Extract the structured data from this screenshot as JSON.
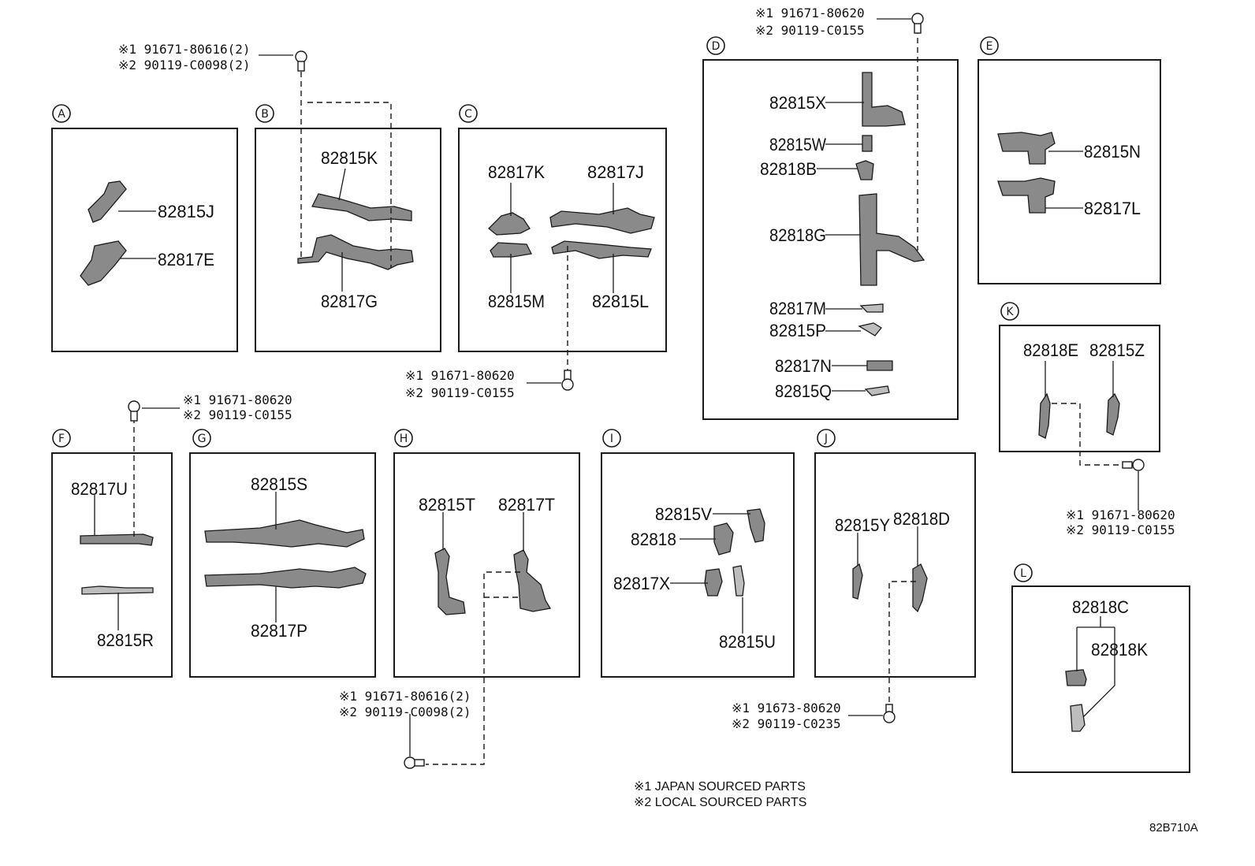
{
  "panels": [
    {
      "id": "A",
      "letter": "A"
    },
    {
      "id": "B",
      "letter": "B"
    },
    {
      "id": "C",
      "letter": "C"
    },
    {
      "id": "D",
      "letter": "D"
    },
    {
      "id": "E",
      "letter": "E"
    },
    {
      "id": "F",
      "letter": "F"
    },
    {
      "id": "G",
      "letter": "G"
    },
    {
      "id": "H",
      "letter": "H"
    },
    {
      "id": "I",
      "letter": "I"
    },
    {
      "id": "J",
      "letter": "J"
    },
    {
      "id": "K",
      "letter": "K"
    },
    {
      "id": "L",
      "letter": "L"
    }
  ],
  "parts": {
    "p82815J": "82815J",
    "p82817E": "82817E",
    "p82815K": "82815K",
    "p82817G": "82817G",
    "p82817K": "82817K",
    "p82817J": "82817J",
    "p82815M": "82815M",
    "p82815L": "82815L",
    "p82815X": "82815X",
    "p82815W": "82815W",
    "p82818B": "82818B",
    "p82818G": "82818G",
    "p82817M": "82817M",
    "p82815P": "82815P",
    "p82817N": "82817N",
    "p82815Q": "82815Q",
    "p82815N": "82815N",
    "p82817L": "82817L",
    "p82818E": "82818E",
    "p82815Z": "82815Z",
    "p82817U": "82817U",
    "p82815R": "82815R",
    "p82815S": "82815S",
    "p82817P": "82817P",
    "p82815T": "82815T",
    "p82817T": "82817T",
    "p82815V": "82815V",
    "p82818": "82818",
    "p82817X": "82817X",
    "p82815U": "82815U",
    "p82815Y": "82815Y",
    "p82818D": "82818D",
    "p82818C": "82818C",
    "p82818K": "82818K"
  },
  "bolts": {
    "top_b": {
      "l1": "※1 91671-80616(2)",
      "l2": "※2 90119-C0098(2)"
    },
    "top_d": {
      "l1": "※1 91671-80620",
      "l2": "※2 90119-C0155"
    },
    "mid_c": {
      "l1": "※1 91671-80620",
      "l2": "※2 90119-C0155"
    },
    "mid_f": {
      "l1": "※1 91671-80620",
      "l2": "※2 90119-C0155"
    },
    "right_k": {
      "l1": "※1 91671-80620",
      "l2": "※2 90119-C0155"
    },
    "bot_h": {
      "l1": "※1 91671-80616(2)",
      "l2": "※2 90119-C0098(2)"
    },
    "bot_j": {
      "l1": "※1 91673-80620",
      "l2": "※2 90119-C0235"
    }
  },
  "notes": {
    "n1": "※1 JAPAN SOURCED PARTS",
    "n2": "※2 LOCAL SOURCED PARTS"
  },
  "diagram_code": "82B710A"
}
